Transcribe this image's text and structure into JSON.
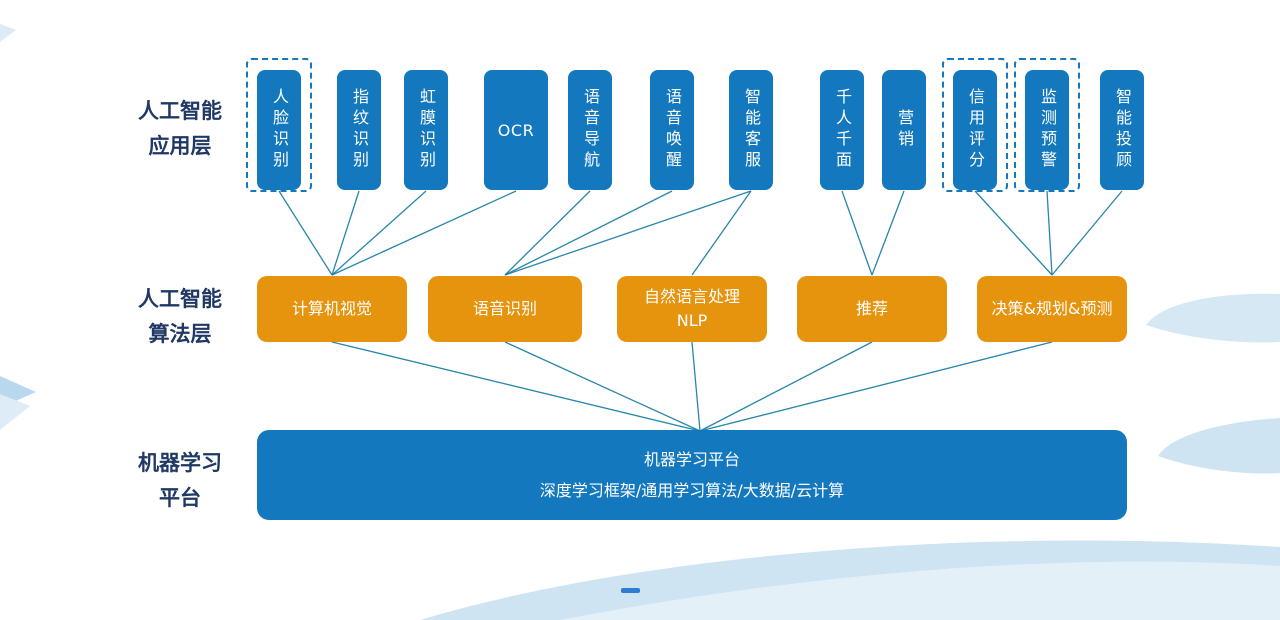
{
  "layer_labels": {
    "app": {
      "line1": "人工智能",
      "line2": "应用层"
    },
    "algo": {
      "line1": "人工智能",
      "line2": "算法层"
    },
    "platform": {
      "line1": "机器学习",
      "line2": "平台"
    }
  },
  "app_layer": {
    "items": [
      {
        "id": "face",
        "label": "人脸识别",
        "dashed": true
      },
      {
        "id": "fingerprint",
        "label": "指纹识别",
        "dashed": false
      },
      {
        "id": "iris",
        "label": "虹膜识别",
        "dashed": false
      },
      {
        "id": "ocr",
        "label": "OCR",
        "dashed": false
      },
      {
        "id": "voice-nav",
        "label": "语音导航",
        "dashed": false
      },
      {
        "id": "voice-wake",
        "label": "语音唤醒",
        "dashed": false
      },
      {
        "id": "customer-service",
        "label": "智能客服",
        "dashed": false
      },
      {
        "id": "personalization",
        "label": "千人千面",
        "dashed": false
      },
      {
        "id": "marketing",
        "label": "营销",
        "dashed": false
      },
      {
        "id": "credit-score",
        "label": "信用评分",
        "dashed": true
      },
      {
        "id": "monitoring",
        "label": "监测预警",
        "dashed": true
      },
      {
        "id": "robo-advisor",
        "label": "智能投顾",
        "dashed": false
      }
    ]
  },
  "algo_layer": {
    "items": [
      {
        "id": "cv",
        "label": "计算机视觉"
      },
      {
        "id": "asr",
        "label": "语音识别"
      },
      {
        "id": "nlp",
        "label": "自然语言处理",
        "label2": "NLP"
      },
      {
        "id": "recommend",
        "label": "推荐"
      },
      {
        "id": "decision",
        "label": "决策&规划&预测"
      }
    ]
  },
  "platform_layer": {
    "title": "机器学习平台",
    "subtitle": "深度学习框架/通用学习算法/大数据/云计算"
  },
  "edges": [
    {
      "from": "face",
      "to": "cv"
    },
    {
      "from": "fingerprint",
      "to": "cv"
    },
    {
      "from": "iris",
      "to": "cv"
    },
    {
      "from": "ocr",
      "to": "cv"
    },
    {
      "from": "voice-nav",
      "to": "asr"
    },
    {
      "from": "voice-wake",
      "to": "asr"
    },
    {
      "from": "customer-service",
      "to": "asr"
    },
    {
      "from": "customer-service",
      "to": "nlp"
    },
    {
      "from": "personalization",
      "to": "recommend"
    },
    {
      "from": "marketing",
      "to": "recommend"
    },
    {
      "from": "credit-score",
      "to": "decision"
    },
    {
      "from": "monitoring",
      "to": "decision"
    },
    {
      "from": "robo-advisor",
      "to": "decision"
    },
    {
      "from": "cv",
      "to": "platform"
    },
    {
      "from": "asr",
      "to": "platform"
    },
    {
      "from": "nlp",
      "to": "platform"
    },
    {
      "from": "recommend",
      "to": "platform"
    },
    {
      "from": "decision",
      "to": "platform"
    }
  ],
  "colors": {
    "box_blue": "#1478be",
    "box_orange": "#e6930e",
    "edge_line": "#1b7fa8",
    "label_navy": "#1f3864",
    "decor_light_blue": "#cfe4f3"
  }
}
